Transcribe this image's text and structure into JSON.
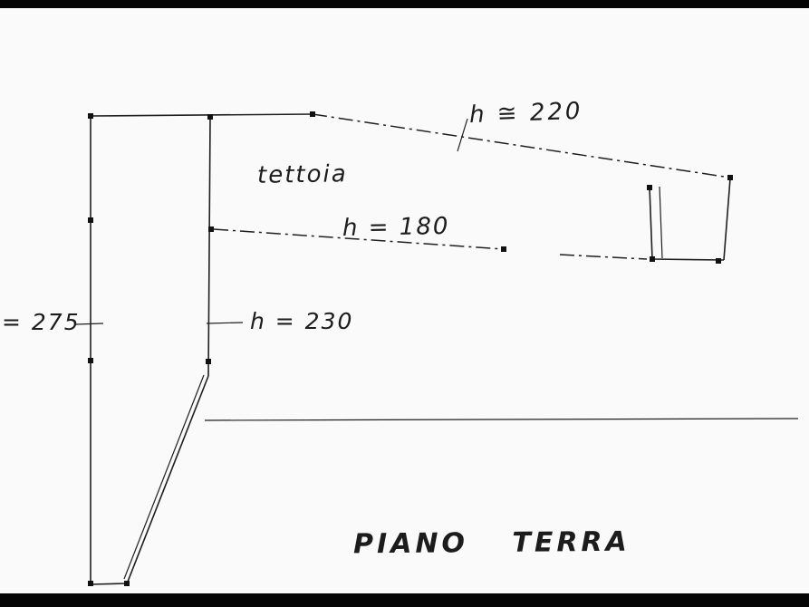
{
  "drawing": {
    "title": "PIANO  TERRA",
    "annotations": {
      "canopy_label": "tettoia",
      "roof_height": "h ≅ 220",
      "canopy_height": "h = 180",
      "room_height": "h = 230",
      "width_dim": "= 275"
    },
    "colors": {
      "ink": "#1f1f1f",
      "paper": "#fafafa",
      "border_bars": "#050505"
    }
  }
}
